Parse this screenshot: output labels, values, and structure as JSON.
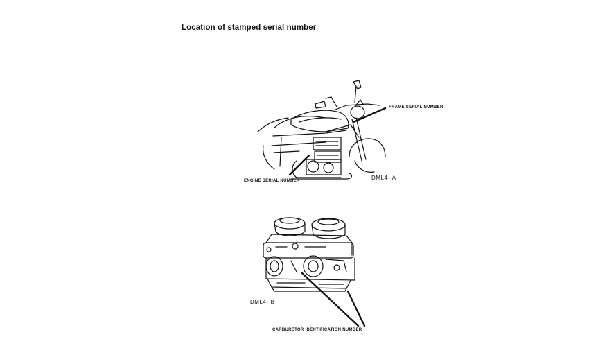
{
  "page": {
    "title": "Location of stamped serial number"
  },
  "figure_a": {
    "frame_label": "FRAME SERIAL NUMBER",
    "engine_label": "ENGINE SERIAL NUMBER",
    "code": "DML4--A"
  },
  "figure_b": {
    "carb_label": "CARBURETOR IDENTIFICATION NUMBER",
    "code": "DML4--B"
  }
}
